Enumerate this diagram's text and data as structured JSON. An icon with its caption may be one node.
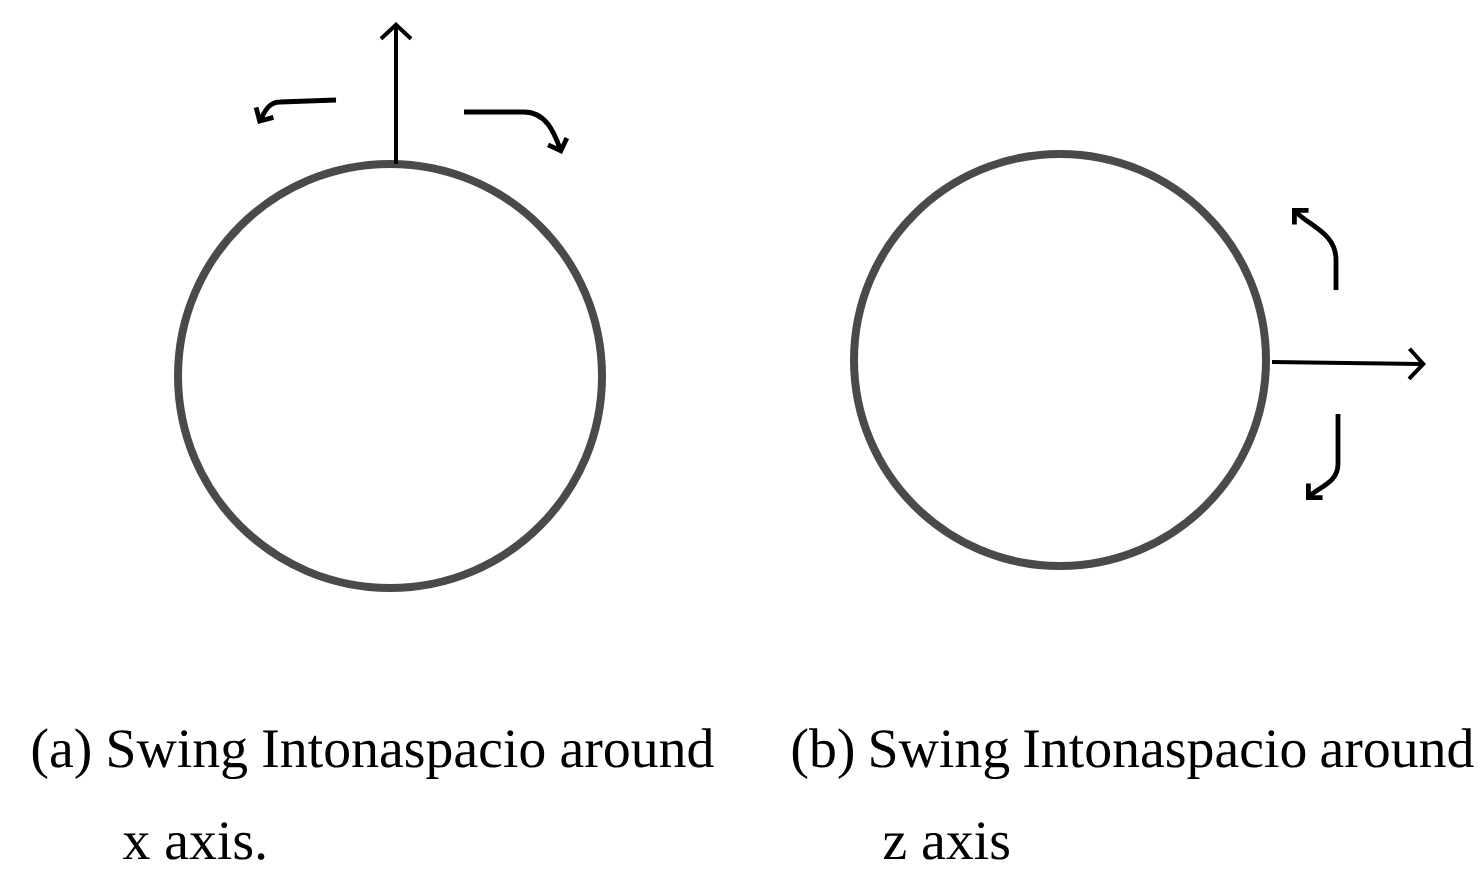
{
  "diagram": {
    "nodes": [
      {
        "text": [],
        "shape": "circle"
      },
      {
        "text": [],
        "shape": "circle"
      }
    ],
    "labels": [
      "(a) Swing Intonaspacio around x axis.",
      "(b) Swing Intonaspacio around z axis"
    ]
  }
}
